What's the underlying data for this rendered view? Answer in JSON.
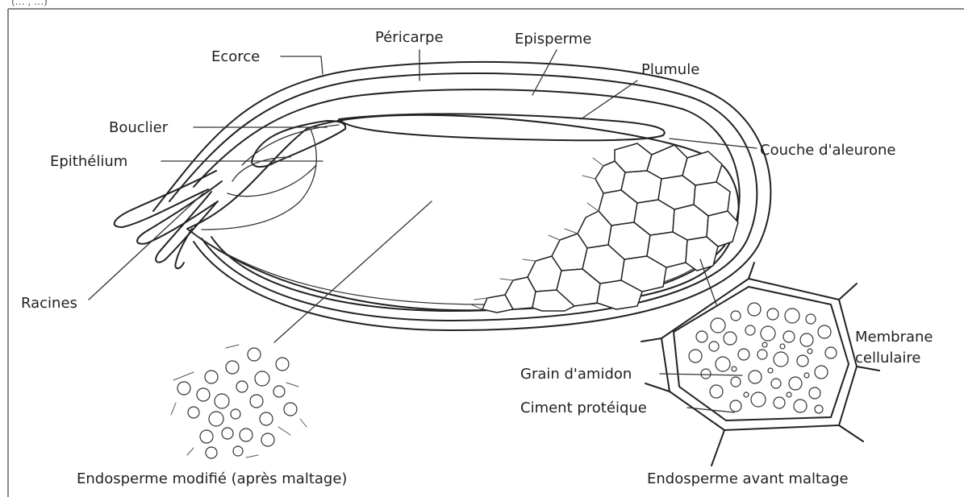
{
  "header_fragment": "(…                        , …)",
  "labels": {
    "ecorce": "Ecorce",
    "pericarpe": "Péricarpe",
    "episperme": "Episperme",
    "plumule": "Plumule",
    "bouclier": "Bouclier",
    "epithelium": "Epithélium",
    "couche_aleurone": "Couche d'aleurone",
    "racines": "Racines",
    "membrane_line1": "Membrane",
    "membrane_line2": "cellulaire",
    "grain_amidon": "Grain d'amidon",
    "ciment_proteique": "Ciment protéique",
    "caption_modifie": "Endosperme modifié (après maltage)",
    "caption_avant": "Endosperme avant maltage"
  }
}
